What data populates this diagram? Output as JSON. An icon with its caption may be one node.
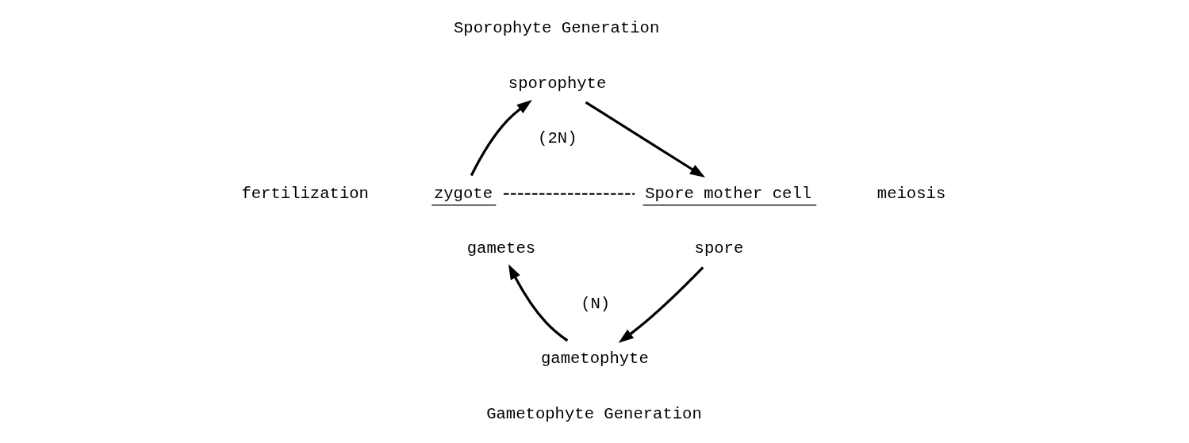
{
  "diagram": {
    "nodes": [
      {
        "text": [
          "sporophyte"
        ]
      },
      {
        "text": [
          "zygote"
        ]
      },
      {
        "text": [
          "gametes"
        ]
      },
      {
        "text": [
          "Spore mother cell"
        ]
      },
      {
        "text": [
          "spore"
        ]
      },
      {
        "text": [
          "gametophyte"
        ]
      }
    ],
    "edges": [
      {
        "from": 1,
        "to": 0,
        "arrow": "to"
      },
      {
        "from": 0,
        "to": 3,
        "arrow": "to"
      },
      {
        "from": 4,
        "to": 5,
        "arrow": "to"
      },
      {
        "from": 5,
        "to": 2,
        "arrow": "to"
      },
      {
        "from": 1,
        "to": 3,
        "arrow": "none",
        "style": "dashed"
      }
    ],
    "labels": [
      "Sporophyte Generation",
      "(2N)",
      "fertilization",
      "meiosis",
      "(N)",
      "Gametophyte Generation"
    ]
  }
}
